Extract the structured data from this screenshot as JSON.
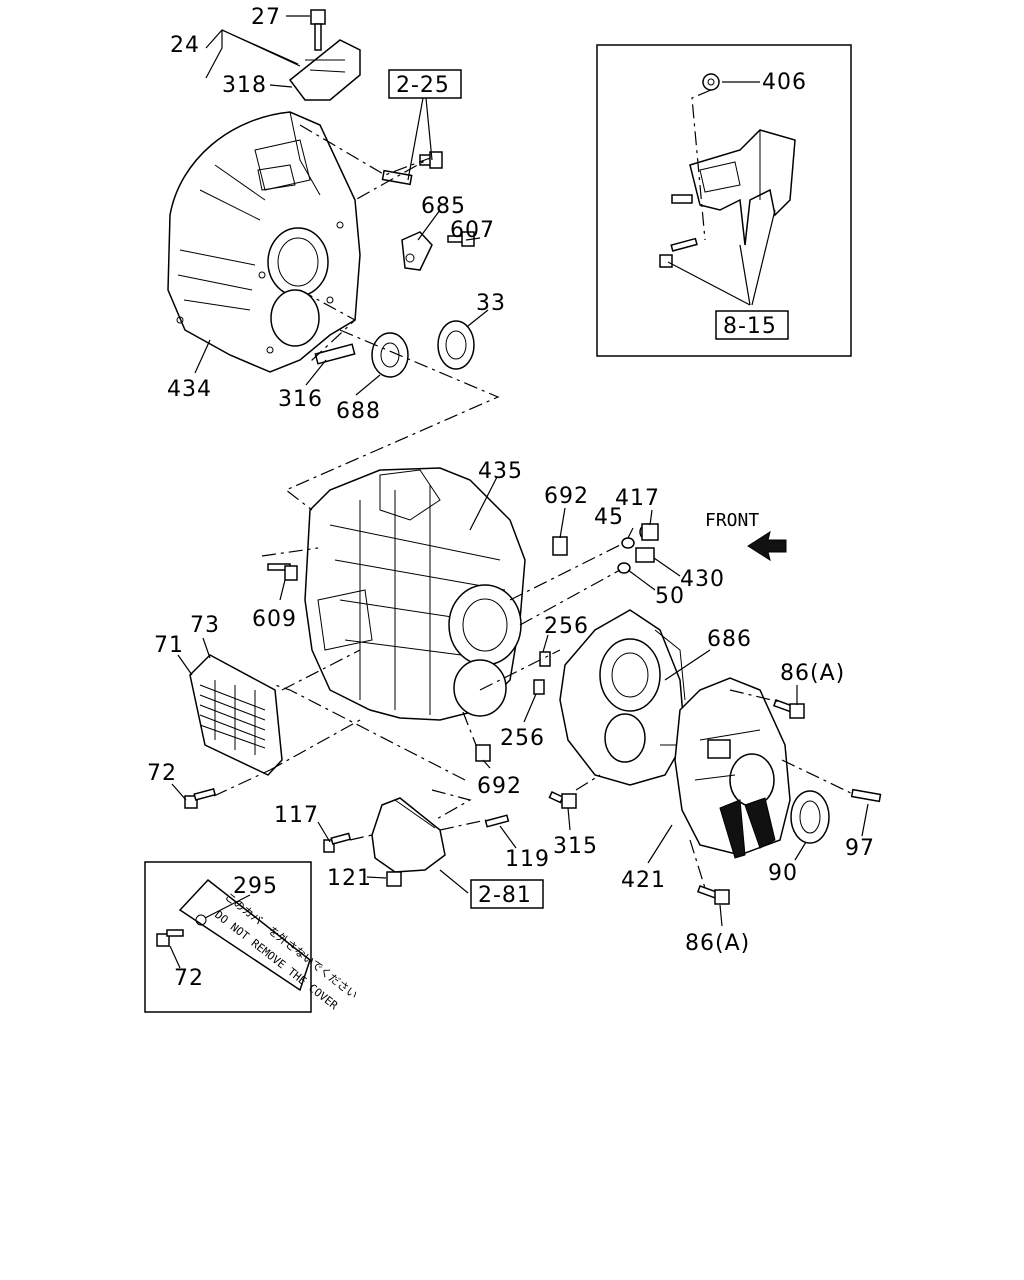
{
  "callouts": {
    "c27": "27",
    "c24": "24",
    "c318": "318",
    "c434": "434",
    "c316": "316",
    "c688": "688",
    "c685": "685",
    "c607": "607",
    "c33": "33",
    "c406": "406",
    "c435": "435",
    "c692a": "692",
    "c45": "45",
    "c417": "417",
    "c430": "430",
    "c50": "50",
    "c609": "609",
    "c73": "73",
    "c71": "71",
    "c256a": "256",
    "c256b": "256",
    "c686": "686",
    "c86a": "86(A)",
    "c86b": "86(A)",
    "c692b": "692",
    "c72a": "72",
    "c117": "117",
    "c119": "119",
    "c315": "315",
    "c97": "97",
    "c121": "121",
    "c421": "421",
    "c90": "90",
    "c295": "295",
    "c72b": "72"
  },
  "references": {
    "ref_2_25": "2-25",
    "ref_8_15": "8-15",
    "ref_2_81": "2-81"
  },
  "front_label": "FRONT",
  "warning_label": {
    "japanese": "このカバーを外さないでください",
    "english": "DO NOT REMOVE THE COVER"
  }
}
